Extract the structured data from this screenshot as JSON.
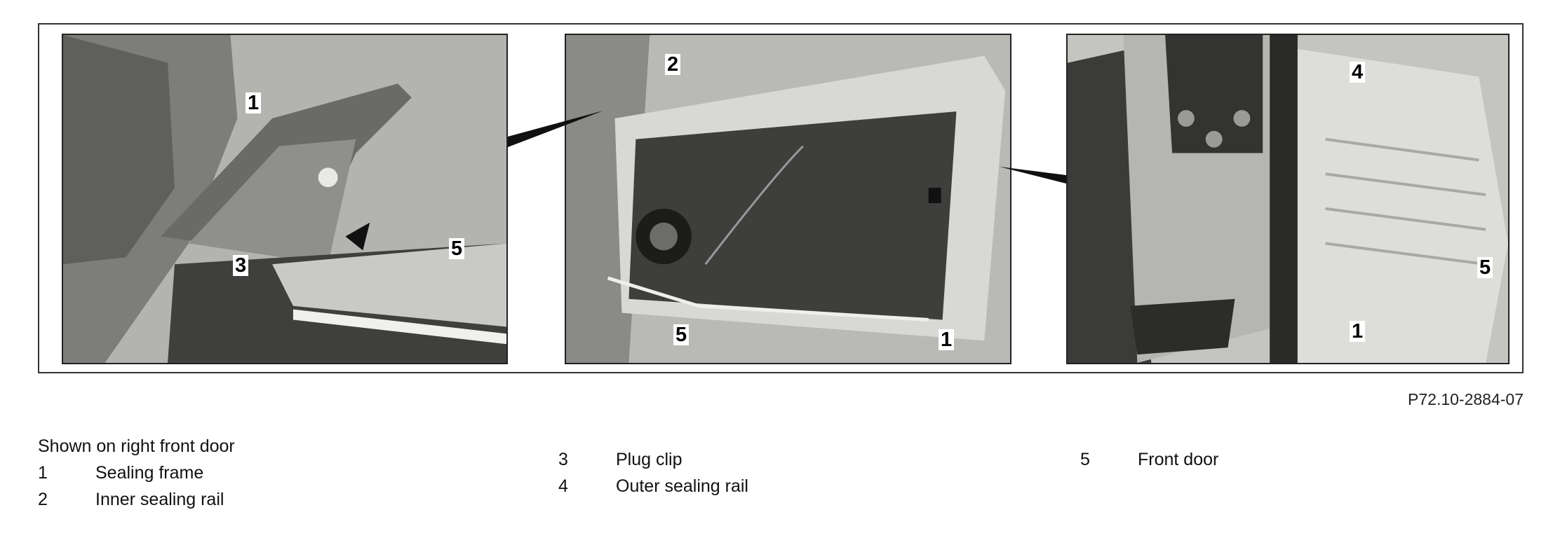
{
  "figure": {
    "id": "P72.10-2884-07",
    "panels": [
      {
        "callouts": [
          "1",
          "3",
          "5"
        ]
      },
      {
        "callouts": [
          "2",
          "5",
          "1"
        ]
      },
      {
        "callouts": [
          "4",
          "5",
          "1"
        ]
      }
    ]
  },
  "legend": {
    "heading": "Shown on right front door",
    "items": [
      {
        "num": "1",
        "label": "Sealing frame"
      },
      {
        "num": "2",
        "label": "Inner sealing rail"
      },
      {
        "num": "3",
        "label": "Plug clip"
      },
      {
        "num": "4",
        "label": "Outer sealing rail"
      },
      {
        "num": "5",
        "label": "Front door"
      }
    ]
  }
}
